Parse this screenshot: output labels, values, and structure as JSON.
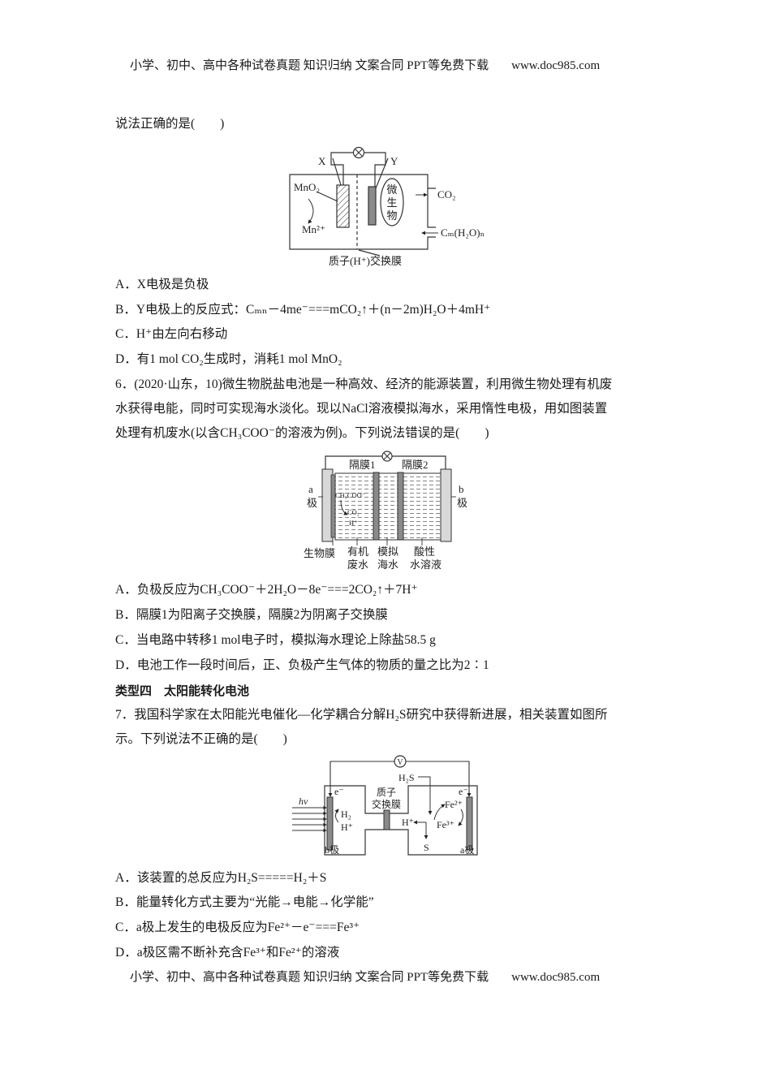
{
  "header": {
    "text": "小学、初中、高中各种试卷真题  知识归纳  文案合同  PPT等免费下载",
    "url": "www.doc985.com"
  },
  "footer": {
    "text": "小学、初中、高中各种试卷真题  知识归纳  文案合同  PPT等免费下载",
    "url": "www.doc985.com"
  },
  "q5": {
    "stem_tail": "说法正确的是(　　)",
    "figure": {
      "x": "X",
      "y": "Y",
      "mno2": "MnO₂",
      "mn2": "Mn²⁺",
      "microbe": [
        "微",
        "生",
        "物"
      ],
      "co2": "CO₂",
      "cmh2on": "Cₘ(H₂O)ₙ",
      "caption": "质子(H⁺)交换膜"
    },
    "options": [
      "A．X电极是负极",
      "B．Y电极上的反应式：Cₘₙ－4me⁻===mCO₂↑＋(n－2m)H₂O＋4mH⁺",
      "C．H⁺由左向右移动",
      "D．有1 mol CO₂生成时，消耗1 mol MnO₂"
    ]
  },
  "q6": {
    "stem": [
      "6．(2020·山东，10)微生物脱盐电池是一种高效、经济的能源装置，利用微生物处理有机废",
      "水获得电能，同时可实现海水淡化。现以NaCl溶液模拟海水，采用惰性电极，用如图装置",
      "处理有机废水(以含CH₃COO⁻的溶液为例)。下列说法错误的是(　　)"
    ],
    "figure": {
      "m1": "隔膜1",
      "m2": "隔膜2",
      "a": "a",
      "b": "b",
      "ji": "极",
      "ch3coo": "CH₃COO⁻",
      "co2": "CO₂",
      "h": "H⁺",
      "biofilm": "生物膜",
      "organic": [
        "有机",
        "废水"
      ],
      "seawater": [
        "模拟",
        "海水"
      ],
      "acid": [
        "酸性",
        "水溶液"
      ]
    },
    "options": [
      "A．负极反应为CH₃COO⁻＋2H₂O－8e⁻===2CO₂↑＋7H⁺",
      "B．隔膜1为阳离子交换膜，隔膜2为阴离子交换膜",
      "C．当电路中转移1 mol电子时，模拟海水理论上除盐58.5 g",
      "D．电池工作一段时间后，正、负极产生气体的物质的量之比为2∶1"
    ]
  },
  "section": "类型四　太阳能转化电池",
  "q7": {
    "stem": [
      "7．我国科学家在太阳能光电催化—化学耦合分解H₂S研究中获得新进展，相关装置如图所",
      "示。下列说法不正确的是(　　)"
    ],
    "figure": {
      "v": "V",
      "hv": "hν",
      "e": "e⁻",
      "h2": "H₂",
      "h": "H⁺",
      "bji": "b极",
      "aji": "a极",
      "membrane": [
        "质子",
        "交换膜"
      ],
      "h2s": "H₂S",
      "s": "S",
      "fe2": "Fe²⁺",
      "fe3": "Fe³⁺"
    },
    "options": [
      "A．该装置的总反应为H₂S=====H₂＋S",
      "B．能量转化方式主要为“光能→电能→化学能”",
      "C．a极上发生的电极反应为Fe²⁺－e⁻===Fe³⁺",
      "D．a极区需不断补充含Fe³⁺和Fe²⁺的溶液"
    ]
  }
}
